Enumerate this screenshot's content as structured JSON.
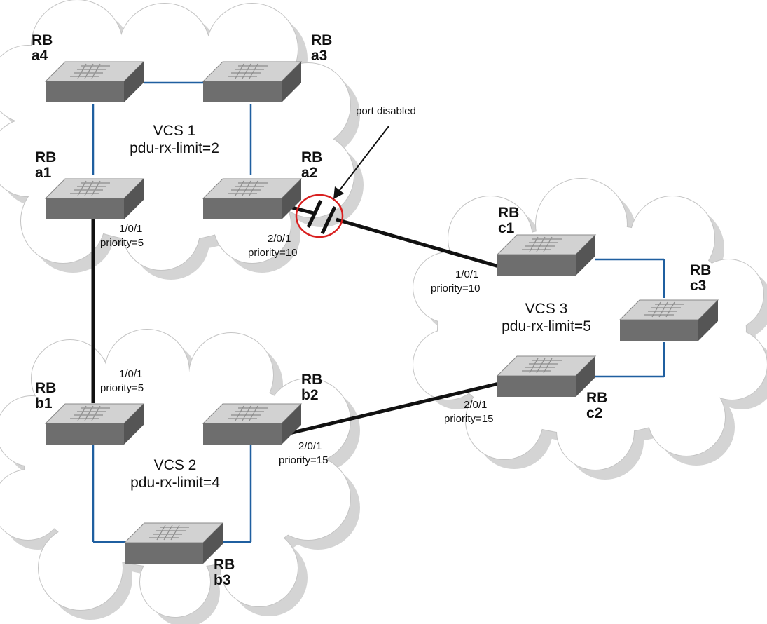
{
  "clusters": {
    "vcs1": {
      "name": "VCS 1",
      "limit": "pdu-rx-limit=2"
    },
    "vcs2": {
      "name": "VCS 2",
      "limit": "pdu-rx-limit=4"
    },
    "vcs3": {
      "name": "VCS 3",
      "limit": "pdu-rx-limit=5"
    }
  },
  "switches": {
    "a1": {
      "rb": "RB",
      "id": "a1"
    },
    "a2": {
      "rb": "RB",
      "id": "a2"
    },
    "a3": {
      "rb": "RB",
      "id": "a3"
    },
    "a4": {
      "rb": "RB",
      "id": "a4"
    },
    "b1": {
      "rb": "RB",
      "id": "b1"
    },
    "b2": {
      "rb": "RB",
      "id": "b2"
    },
    "b3": {
      "rb": "RB",
      "id": "b3"
    },
    "c1": {
      "rb": "RB",
      "id": "c1"
    },
    "c2": {
      "rb": "RB",
      "id": "c2"
    },
    "c3": {
      "rb": "RB",
      "id": "c3"
    }
  },
  "ports": {
    "a1_port": {
      "port": "1/0/1",
      "priority": "priority=5"
    },
    "a2_port": {
      "port": "2/0/1",
      "priority": "priority=10"
    },
    "b1_port": {
      "port": "1/0/1",
      "priority": "priority=5"
    },
    "b2_port": {
      "port": "2/0/1",
      "priority": "priority=15"
    },
    "c1_port": {
      "port": "1/0/1",
      "priority": "priority=10"
    },
    "c2_port": {
      "port": "2/0/1",
      "priority": "priority=15"
    }
  },
  "annotation": {
    "port_disabled": "port disabled"
  },
  "colors": {
    "cloud": "#ffffff",
    "cloud_shadow": "#d4d4d4",
    "cloud_edge": "#c4c4c4",
    "switch_top": "#d2d2d2",
    "switch_front": "#6e6e6e",
    "switch_side": "#5a5a5a",
    "intra_link": "#1f5fa0",
    "inter_link": "#111111",
    "disabled_ring": "#d92020"
  }
}
